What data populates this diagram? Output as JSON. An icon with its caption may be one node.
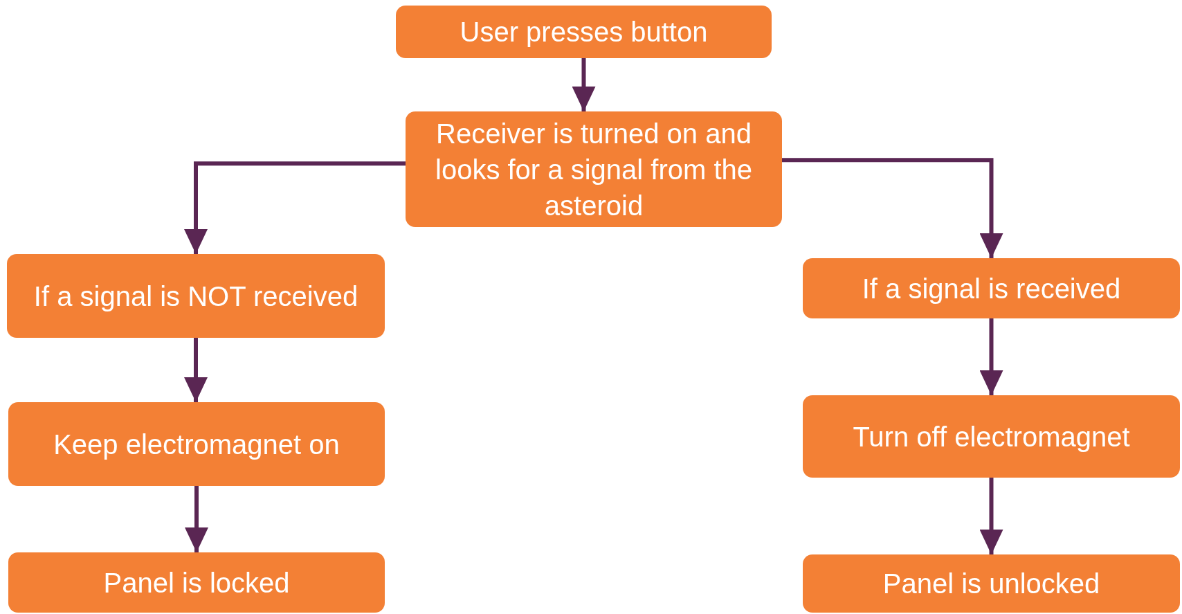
{
  "diagram": {
    "nodes": [
      {
        "text": [
          "User presses button"
        ]
      },
      {
        "text": [
          "Receiver is turned on and looks for a signal from the asteroid"
        ]
      },
      {
        "text": [
          "If a signal is NOT received"
        ]
      },
      {
        "text": [
          "Keep electromagnet on"
        ]
      },
      {
        "text": [
          "Panel is locked"
        ]
      },
      {
        "text": [
          "If a signal is received"
        ]
      },
      {
        "text": [
          "Turn off electromagnet"
        ]
      },
      {
        "text": [
          "Panel is unlocked"
        ]
      }
    ],
    "edges": [
      {
        "from": 0,
        "to": 1,
        "arrow": "to"
      },
      {
        "from": 1,
        "to": 2,
        "arrow": "to"
      },
      {
        "from": 2,
        "to": 3,
        "arrow": "to"
      },
      {
        "from": 3,
        "to": 4,
        "arrow": "to"
      },
      {
        "from": 1,
        "to": 5,
        "arrow": "to"
      },
      {
        "from": 5,
        "to": 6,
        "arrow": "to"
      },
      {
        "from": 6,
        "to": 7,
        "arrow": "to"
      }
    ]
  }
}
